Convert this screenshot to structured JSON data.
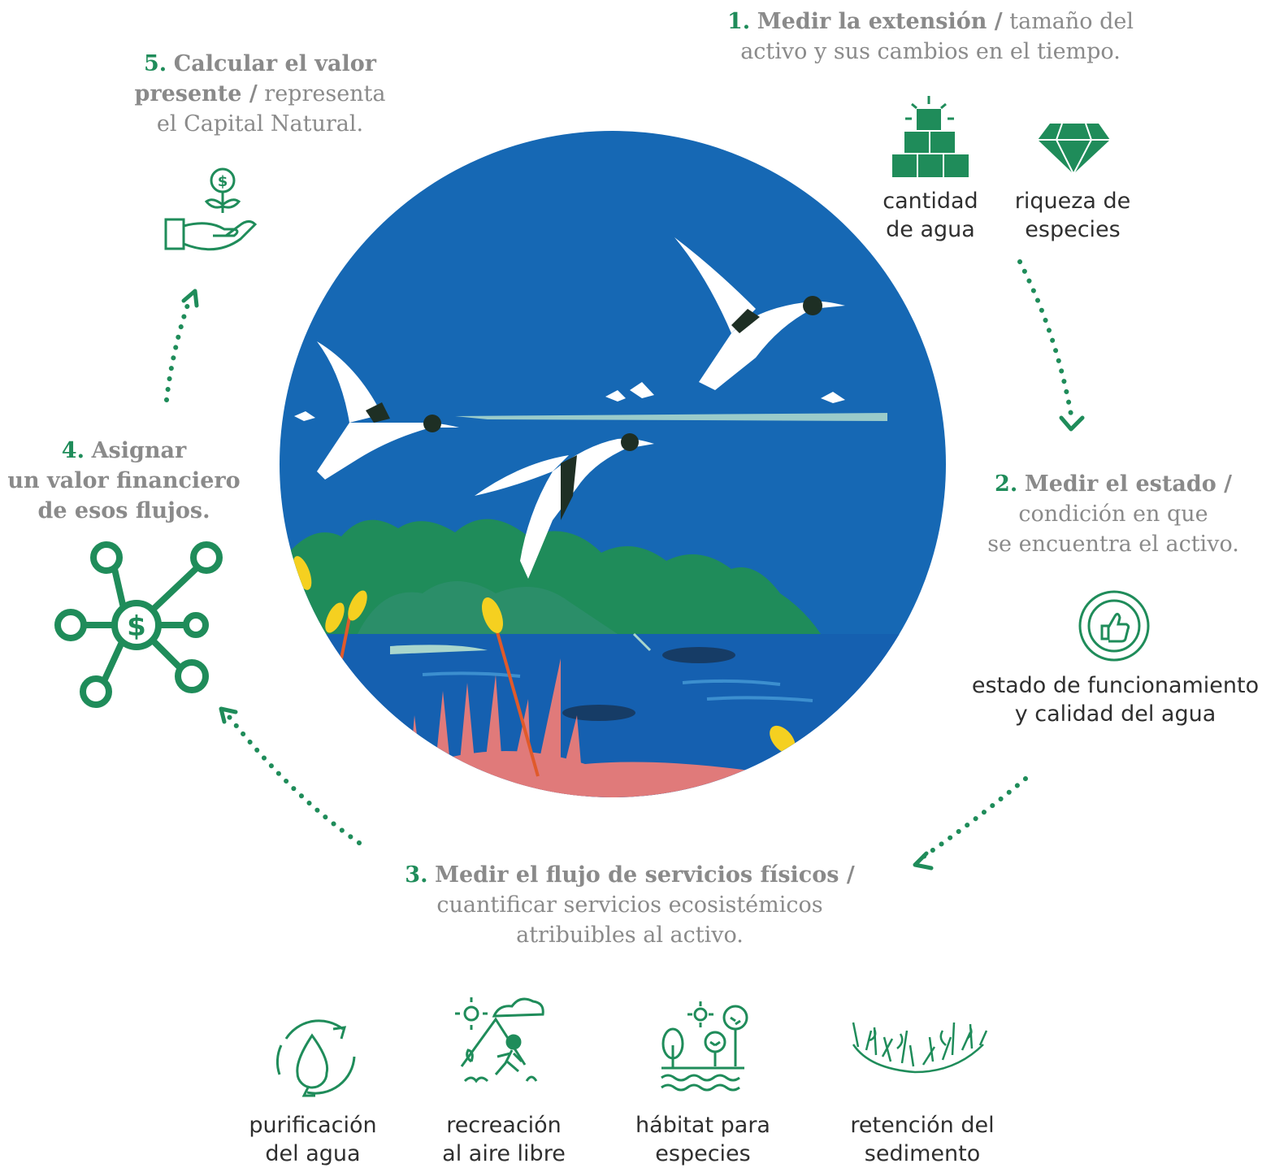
{
  "steps": {
    "s1": {
      "number": "1.",
      "title": "Medir la extensión /",
      "line1_rest": "tamaño del",
      "line2": "activo y sus cambios en el tiempo."
    },
    "s2": {
      "number": "2.",
      "title": "Medir el estado /",
      "line2": "condición en que",
      "line3": "se encuentra el activo."
    },
    "s3": {
      "number": "3.",
      "title": "Medir el flujo de servicios físicos /",
      "line2": "cuantificar servicios ecosistémicos",
      "line3": "atribuibles al activo."
    },
    "s4": {
      "number": "4.",
      "line1": "Asignar",
      "line2": "un valor financiero",
      "line3": "de esos flujos."
    },
    "s5": {
      "number": "5.",
      "title": "Calcular el valor",
      "line2_bold": "presente /",
      "line2_rest": "representa",
      "line3": "el Capital Natural."
    }
  },
  "indicators": {
    "water_quantity": {
      "line1": "cantidad",
      "line2": "de agua",
      "icon": "boxes-stack-icon"
    },
    "species_richness": {
      "line1": "riqueza de",
      "line2": "especies",
      "icon": "diamond-icon"
    },
    "ecosystem_state": {
      "line1": "estado de funcionamiento",
      "line2": "y calidad del agua",
      "icon": "thumbs-up-badge-icon"
    }
  },
  "services": [
    {
      "line1": "purificación",
      "line2": "del agua",
      "icon": "water-cycle-icon"
    },
    {
      "line1": "recreación",
      "line2": "al aire libre",
      "icon": "hiker-icon"
    },
    {
      "line1": "hábitat para",
      "line2": "especies",
      "icon": "habitat-icon"
    },
    {
      "line1": "retención del",
      "line2": "sedimento",
      "icon": "grass-icon"
    }
  ],
  "colors": {
    "accent_green": "#1f8c5a",
    "text_gray": "#8a8a8a",
    "sky_blue": "#1668b4"
  }
}
